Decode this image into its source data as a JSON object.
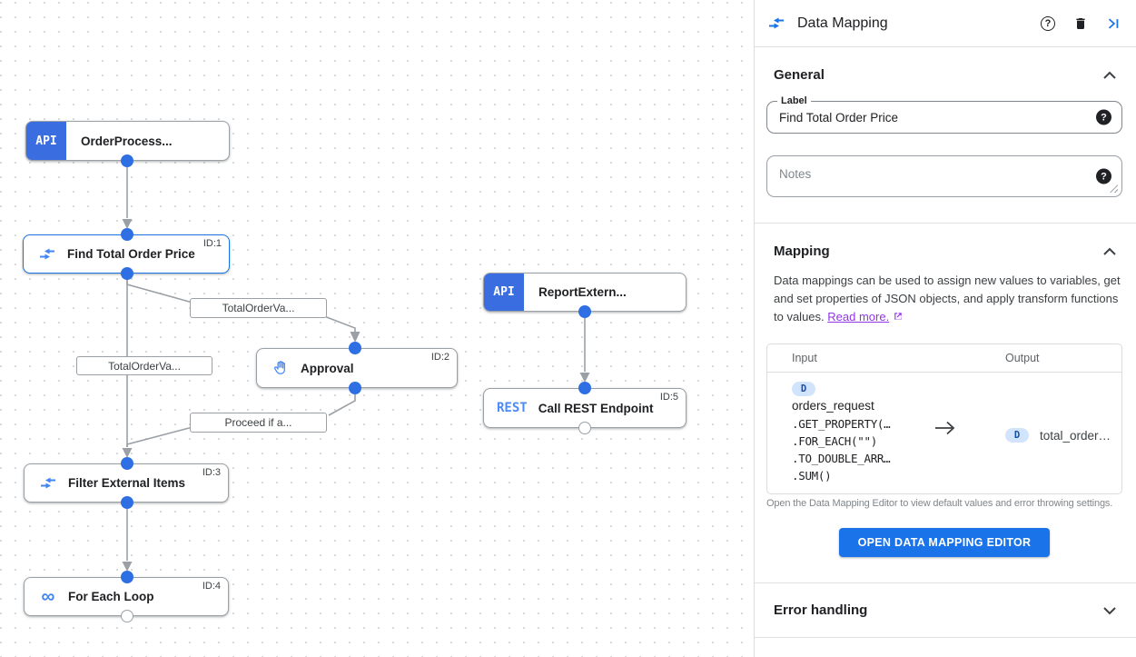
{
  "icons": {
    "help": "?",
    "loop": "∞"
  },
  "canvas": {
    "nodes": [
      {
        "label": "OrderProcess...",
        "badge": "API",
        "id_label": ""
      },
      {
        "label": "Find Total Order Price",
        "id_label": "ID:1"
      },
      {
        "label": "ReportExtern...",
        "badge": "API",
        "id_label": ""
      },
      {
        "label": "Approval",
        "id_label": "ID:2"
      },
      {
        "label": "Call REST Endpoint",
        "badge": "REST",
        "id_label": "ID:5"
      },
      {
        "label": "Filter External Items",
        "id_label": "ID:3"
      },
      {
        "label": "For Each Loop",
        "id_label": "ID:4"
      }
    ],
    "edge_labels": [
      {
        "text": "TotalOrderVa..."
      },
      {
        "text": "TotalOrderVa..."
      },
      {
        "text": "Proceed if a..."
      }
    ]
  },
  "panel": {
    "title": "Data Mapping",
    "general": {
      "title": "General",
      "label_label": "Label",
      "label_value": "Find Total Order Price",
      "notes_placeholder": "Notes"
    },
    "mapping": {
      "title": "Mapping",
      "description": "Data mappings can be used to assign new values to variables, get and set properties of JSON objects, and apply transform functions to values.",
      "read_more_label": "Read more.",
      "input_header": "Input",
      "output_header": "Output",
      "input_badge": "D",
      "input_variable": "orders_request",
      "input_functions": [
        ".GET_PROPERTY(…",
        ".FOR_EACH(\"\")",
        ".TO_DOUBLE_ARR…",
        ".SUM()"
      ],
      "output_badge": "D",
      "output_variable": "total_order…",
      "hint": "Open the Data Mapping Editor to view default values and error throwing settings.",
      "open_editor_button": "OPEN DATA MAPPING EDITOR"
    },
    "error_handling": {
      "title": "Error handling"
    }
  },
  "colors": {
    "accent_blue": "#1a73e8",
    "node_icon_blue": "#4285f4",
    "api_badge_blue": "#3a6de0",
    "edge_gray": "#9aa0a6",
    "link_purple": "#9334e6",
    "selected_border": "#1a73e8",
    "badge_bg": "#d2e3fc",
    "badge_text": "#174ea6"
  }
}
